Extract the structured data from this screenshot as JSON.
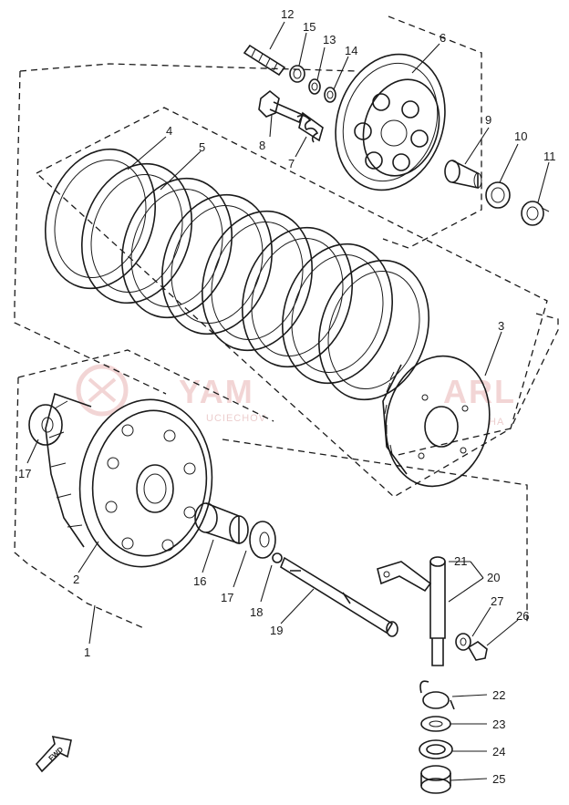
{
  "watermark": {
    "brand": "YAM",
    "brand_tail": "ARL",
    "sub_left": "UCIECHOV",
    "sub_right": "HA",
    "color": "#e9b3b3"
  },
  "fwd_label": "FWD",
  "callouts": [
    {
      "id": "1",
      "label": "1"
    },
    {
      "id": "2",
      "label": "2"
    },
    {
      "id": "3",
      "label": "3"
    },
    {
      "id": "4",
      "label": "4"
    },
    {
      "id": "5",
      "label": "5"
    },
    {
      "id": "6",
      "label": "6"
    },
    {
      "id": "7",
      "label": "7"
    },
    {
      "id": "8",
      "label": "8"
    },
    {
      "id": "9",
      "label": "9"
    },
    {
      "id": "10",
      "label": "10"
    },
    {
      "id": "11",
      "label": "11"
    },
    {
      "id": "12",
      "label": "12"
    },
    {
      "id": "13",
      "label": "13"
    },
    {
      "id": "14",
      "label": "14"
    },
    {
      "id": "15",
      "label": "15"
    },
    {
      "id": "16",
      "label": "16"
    },
    {
      "id": "17a",
      "label": "17"
    },
    {
      "id": "17b",
      "label": "17"
    },
    {
      "id": "18",
      "label": "18"
    },
    {
      "id": "19",
      "label": "19"
    },
    {
      "id": "20",
      "label": "20"
    },
    {
      "id": "21",
      "label": "21"
    },
    {
      "id": "22",
      "label": "22"
    },
    {
      "id": "23",
      "label": "23"
    },
    {
      "id": "24",
      "label": "24"
    },
    {
      "id": "25",
      "label": "25"
    },
    {
      "id": "26",
      "label": "26"
    },
    {
      "id": "27",
      "label": "27"
    }
  ]
}
